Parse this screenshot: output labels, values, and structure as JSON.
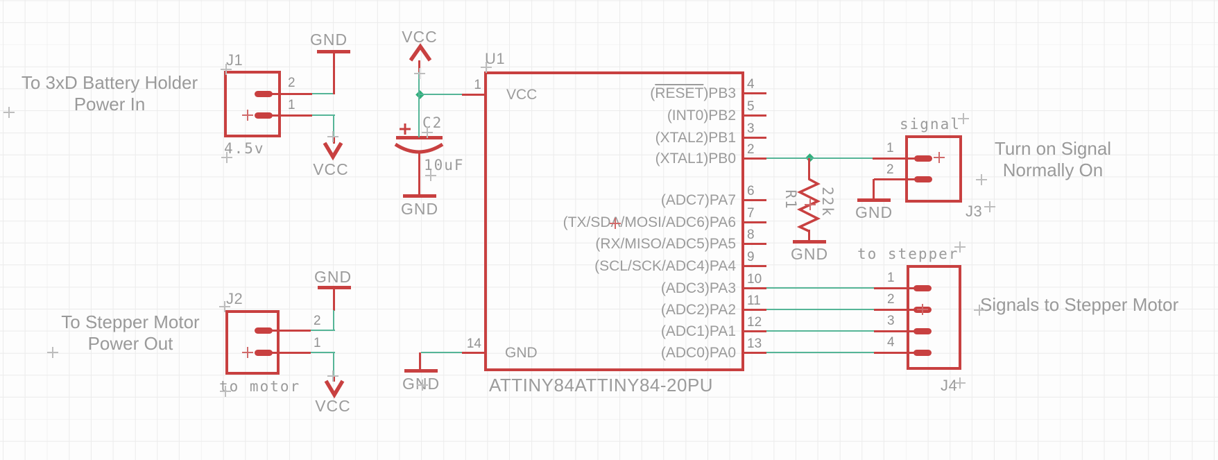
{
  "net_labels": {
    "gnd": "GND",
    "vcc": "VCC"
  },
  "annotations": {
    "battery": {
      "line1": "To 3xD Battery Holder",
      "line2": "Power In"
    },
    "stepper_power": {
      "line1": "To Stepper Motor",
      "line2": "Power Out"
    },
    "signal": {
      "line1": "Turn on Signal",
      "line2": "Normally On"
    },
    "stepper_signals": {
      "line1": "Signals to Stepper Motor"
    }
  },
  "connectors": {
    "j1": {
      "name": "J1",
      "value": "4.5v",
      "pin_top": "2",
      "pin_bottom": "1"
    },
    "j2": {
      "name": "J2",
      "value": "to motor",
      "pin_top": "2",
      "pin_bottom": "1"
    },
    "j3": {
      "name": "J3",
      "value": "signal",
      "pin_top": "1",
      "pin_bottom": "2"
    },
    "j4": {
      "name": "J4",
      "value": "to stepper",
      "pins": [
        "1",
        "2",
        "3",
        "4"
      ]
    }
  },
  "ic": {
    "name": "U1",
    "part_label": "ATTINY84ATTINY84-20PU",
    "pin1": {
      "num": "1",
      "label": "VCC"
    },
    "pin14": {
      "num": "14",
      "label": "GND"
    },
    "reset_pin": {
      "num": "4",
      "prefix": "(",
      "overline": "RESET",
      "suffix": ")PB3"
    },
    "right_pins": [
      {
        "num": "5",
        "label": "(INT0)PB2"
      },
      {
        "num": "3",
        "label": "(XTAL2)PB1"
      },
      {
        "num": "2",
        "label": "(XTAL1)PB0"
      },
      {
        "num": "6",
        "label": "(ADC7)PA7"
      },
      {
        "num": "7",
        "label": "(TX/SDA/MOSI/ADC6)PA6"
      },
      {
        "num": "8",
        "label": "(RX/MISO/ADC5)PA5"
      },
      {
        "num": "9",
        "label": "(SCL/SCK/ADC4)PA4"
      },
      {
        "num": "10",
        "label": "(ADC3)PA3"
      },
      {
        "num": "11",
        "label": "(ADC2)PA2"
      },
      {
        "num": "12",
        "label": "(ADC1)PA1"
      },
      {
        "num": "13",
        "label": "(ADC0)PA0"
      }
    ]
  },
  "capacitor": {
    "name": "C2",
    "value": "10uF"
  },
  "resistor": {
    "name": "R1",
    "value": "22k"
  },
  "colors": {
    "component_red": "#c84040",
    "net_green": "#55b597",
    "junction_green": "#2fae7a",
    "text_gray": "#9b9b9b"
  }
}
